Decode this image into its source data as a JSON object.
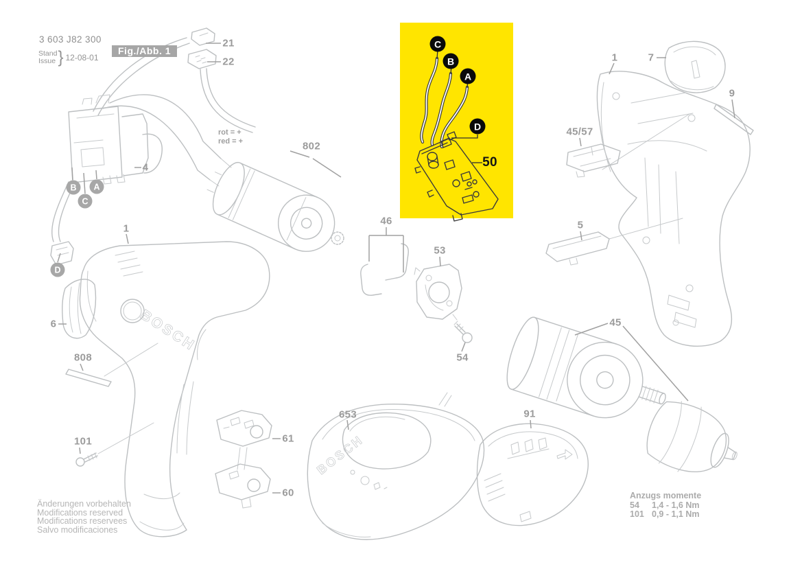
{
  "header": {
    "part_number": "3 603 J82 300",
    "stand": "Stand",
    "issue": "Issue",
    "brace": "}",
    "date": "12-08-01",
    "fig_badge": "Fig./Abb. 1"
  },
  "notes": {
    "rot": "rot = +",
    "red": "red = +"
  },
  "brand": "BOSCH",
  "highlight": {
    "color": "#FFE500",
    "part_label": "50",
    "callouts": [
      "C",
      "B",
      "A",
      "D"
    ]
  },
  "switch_callouts": [
    "B",
    "A",
    "C",
    "D"
  ],
  "parts": [
    {
      "label": "21"
    },
    {
      "label": "22"
    },
    {
      "label": "4"
    },
    {
      "label": "802"
    },
    {
      "label": "46"
    },
    {
      "label": "53"
    },
    {
      "label": "54"
    },
    {
      "label": "1"
    },
    {
      "label": "6"
    },
    {
      "label": "808"
    },
    {
      "label": "101"
    },
    {
      "label": "61"
    },
    {
      "label": "60"
    },
    {
      "label": "653"
    },
    {
      "label": "91"
    },
    {
      "label": "45"
    },
    {
      "label": "1"
    },
    {
      "label": "7"
    },
    {
      "label": "9"
    },
    {
      "label": "45/57"
    },
    {
      "label": "5"
    }
  ],
  "footer": {
    "lines": [
      "Änderungen vorbehalten",
      "Modifications reserved",
      "Modifications reservees",
      "Salvo modificaciones"
    ]
  },
  "torque": {
    "title": "Anzugs momente",
    "rows": [
      {
        "ref": "54",
        "value": "1,4 - 1,6 Nm"
      },
      {
        "ref": "101",
        "value": "0,9 - 1,1 Nm"
      }
    ]
  }
}
